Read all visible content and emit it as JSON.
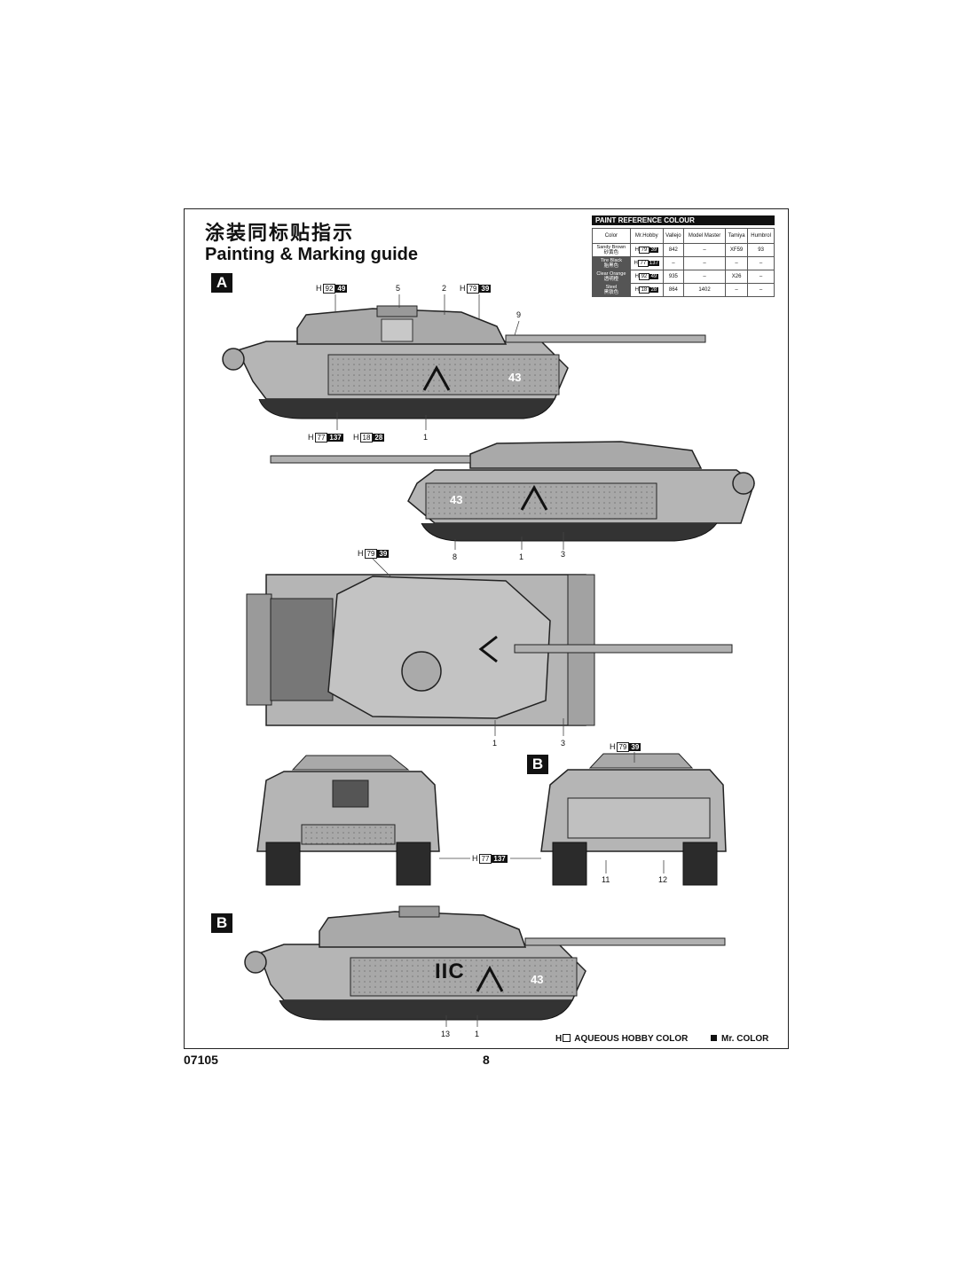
{
  "title_cn": "涂装同标贴指示",
  "title_en": "Painting & Marking guide",
  "section_a": "A",
  "section_b": "B",
  "paint_table": {
    "header": "PAINT REFERENCE COLOUR",
    "columns": [
      "Color",
      "Mr.Hobby",
      "Vallejo",
      "Model Master",
      "Tamiya",
      "Humbrol"
    ],
    "rows": [
      {
        "color_en": "Sandy Brown",
        "color_cn": "砂黄色",
        "h": "79",
        "m": "39",
        "vallejo": "842",
        "model_master": "–",
        "tamiya": "XF59",
        "humbrol": "93"
      },
      {
        "color_en": "Tire Black",
        "color_cn": "胎黑色",
        "h": "77",
        "m": "137",
        "vallejo": "–",
        "model_master": "–",
        "tamiya": "–",
        "humbrol": "–"
      },
      {
        "color_en": "Clear Orange",
        "color_cn": "透明橙",
        "h": "92",
        "m": "49",
        "vallejo": "935",
        "model_master": "–",
        "tamiya": "X26",
        "humbrol": "–"
      },
      {
        "color_en": "Steel",
        "color_cn": "黑铁色",
        "h": "18",
        "m": "28",
        "vallejo": "864",
        "model_master": "1402",
        "tamiya": "–",
        "humbrol": "–"
      }
    ]
  },
  "callouts": {
    "h92_49": {
      "h": "H",
      "n1": "92",
      "n2": "49"
    },
    "h79_39a": {
      "h": "H",
      "n1": "79",
      "n2": "39"
    },
    "h77_137a": {
      "h": "H",
      "n1": "77",
      "n2": "137"
    },
    "h18_28": {
      "h": "H",
      "n1": "18",
      "n2": "28"
    },
    "h79_39b": {
      "h": "H",
      "n1": "79",
      "n2": "39"
    },
    "h79_39c": {
      "h": "H",
      "n1": "79",
      "n2": "39"
    },
    "h77_137b": {
      "h": "H",
      "n1": "77",
      "n2": "137"
    }
  },
  "part_numbers": {
    "p5": "5",
    "p2": "2",
    "p9": "9",
    "p1a": "1",
    "p8": "8",
    "p1b": "1",
    "p3a": "3",
    "p1c": "1",
    "p3b": "3",
    "p11": "11",
    "p12": "12",
    "p13": "13",
    "p1d": "1"
  },
  "markings": {
    "tank_a_number": "43",
    "tank_b_code": "IIC",
    "tank_b_number": "43"
  },
  "legend": {
    "aqueous_prefix": "H",
    "aqueous_label": "AQUEOUS HOBBY COLOR",
    "mr_label": "Mr. COLOR"
  },
  "footer": {
    "code": "07105",
    "page": "8"
  }
}
